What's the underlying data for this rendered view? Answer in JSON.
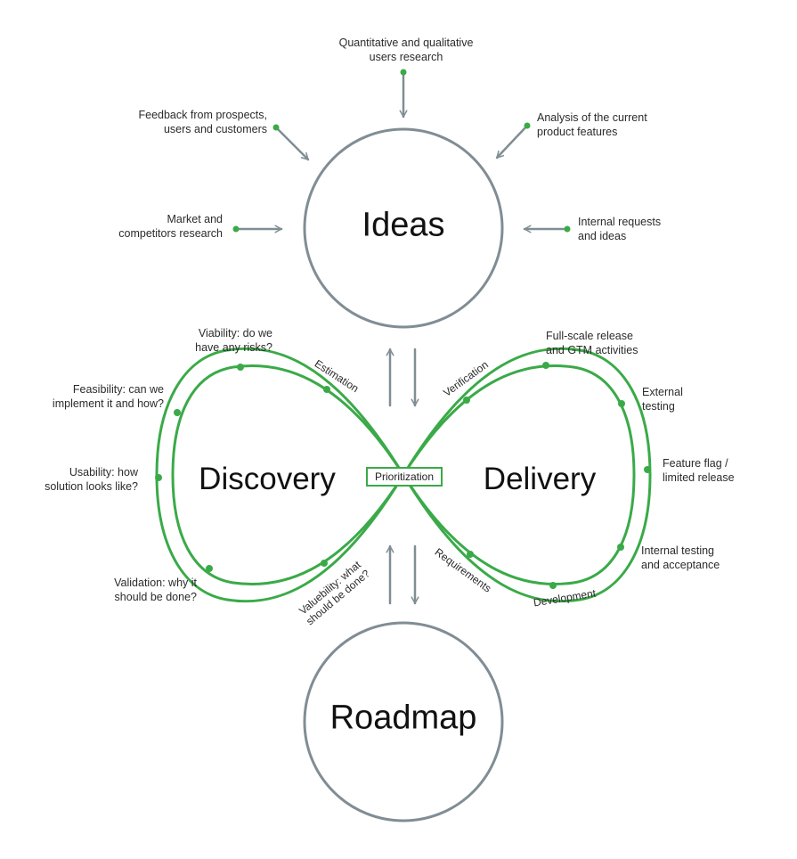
{
  "colors": {
    "green": "#3aaa48",
    "gray": "#808d94"
  },
  "circles": {
    "ideas": "Ideas",
    "roadmap": "Roadmap"
  },
  "loop": {
    "discovery": "Discovery",
    "delivery": "Delivery",
    "prioritization": "Prioritization"
  },
  "inputs": {
    "quantitative": "Quantitative and qualitative\nusers research",
    "feedback": "Feedback from prospects,\nusers and customers",
    "analysis": "Analysis of the current\nproduct features",
    "market": "Market and\ncompetitors research",
    "internal_requests": "Internal requests\nand ideas"
  },
  "discovery_steps": {
    "viability": "Viability: do we\nhave any risks?",
    "feasibility": "Feasibility: can we\nimplement it and how?",
    "usability": "Usability: how\nsolution looks like?",
    "validation": "Validation: why it\nshould be done?",
    "estimation": "Estimation",
    "valuebility": "Valuebility: what\nshould be done?"
  },
  "delivery_steps": {
    "full_scale": "Full-scale release\nand GTM activities",
    "external_testing": "External\ntesting",
    "feature_flag": "Feature flag /\nlimited release",
    "internal_testing": "Internal testing\nand acceptance",
    "development": "Development",
    "requirements": "Requirements",
    "verification": "Verification"
  }
}
